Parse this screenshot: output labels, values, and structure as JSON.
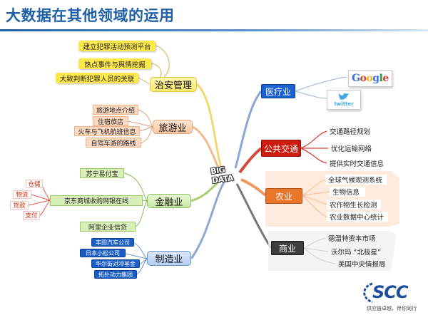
{
  "title": "大数据在其他领域的运用",
  "center": "BIG DATA",
  "left_branches": {
    "security": {
      "label": "治安管理",
      "items": [
        "建立犯罪活动预测平台",
        "热点事件与舆情挖掘",
        "大致判断犯罪人员的关联"
      ]
    },
    "tourism": {
      "label": "旅游业",
      "items": [
        "旅游地点介绍",
        "住宿旅店",
        "火车与飞机航班信息",
        "自驾车游的路线"
      ]
    },
    "finance": {
      "label": "金融业",
      "items": [
        "苏宁易付宝",
        "京东商城收购网银在线",
        "阿里企业信贷"
      ],
      "sub_items": [
        "仓储",
        "物流",
        "贷款",
        "支付"
      ]
    },
    "manufacturing": {
      "label": "制造业",
      "items": [
        "丰田汽车公司",
        "日本小松公司",
        "华尔街对冲基金",
        "拓扑动力集团"
      ]
    }
  },
  "right_branches": {
    "medical": {
      "label": "医疗业",
      "logos": [
        "Google",
        "twitter"
      ]
    },
    "transport": {
      "label": "公共交通",
      "items": [
        "交通路径规划",
        "优化运输网络",
        "提供实时交通信息"
      ]
    },
    "agriculture": {
      "label": "农业",
      "items": [
        "全球气候观测系统",
        "生物信息",
        "农作物生长检测",
        "农业数据中心统计"
      ]
    },
    "commerce": {
      "label": "商业",
      "items": [
        "德温特资本市场",
        "沃尔玛 “北极星”",
        "美国中央情报局"
      ]
    }
  },
  "footer": {
    "brand": "SCC",
    "slogan": "供应链卓越，伴你同行"
  },
  "colors": {
    "title": "#1f5fa8",
    "security": "#ffe94a",
    "tourism": "#f9c8a4",
    "finance": "#9cc96b",
    "manufacturing": "#6e96cf",
    "medical": "#1a63d1",
    "transport": "#cc1a0e",
    "agriculture": "#e8762b",
    "commerce": "#4b4b4b"
  }
}
